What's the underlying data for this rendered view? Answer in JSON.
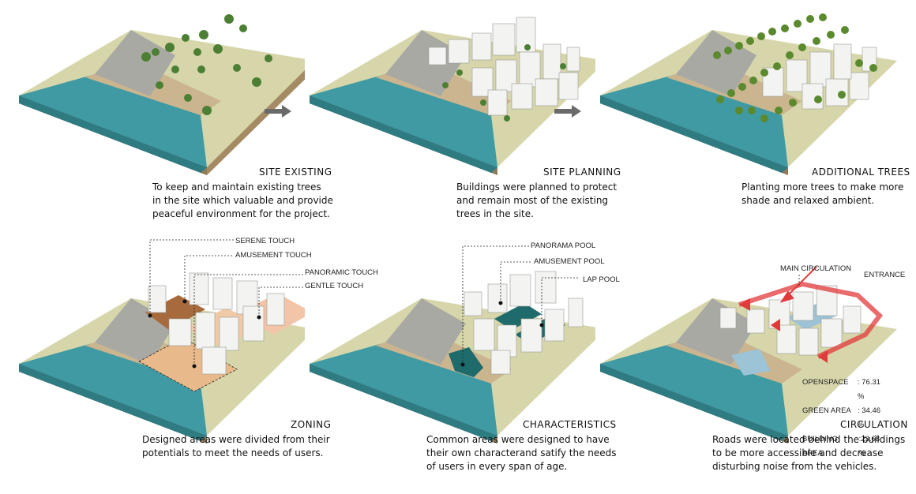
{
  "panels": [
    {
      "id": "site-existing",
      "title": "SITE EXISTING",
      "desc": [
        "To keep and maintain existing trees",
        "in the site which valuable and provide",
        "peaceful environment for the project."
      ]
    },
    {
      "id": "site-planning",
      "title": "SITE PLANNING",
      "desc": [
        "Buildings were planned to protect",
        "and remain most of the existing",
        "trees in the site."
      ]
    },
    {
      "id": "additional-trees",
      "title": "ADDITIONAL TREES",
      "desc": [
        "Planting more trees to make more",
        "shade and relaxed ambient."
      ]
    },
    {
      "id": "zoning",
      "title": "ZONING",
      "desc": [
        "Designed areas were divided from their",
        "potentials to meet the needs of users."
      ],
      "labels": [
        "SERENE TOUCH",
        "AMUSEMENT TOUCH",
        "PANORAMIC TOUCH",
        "GENTLE TOUCH"
      ]
    },
    {
      "id": "characteristics",
      "title": "CHARACTERISTICS",
      "desc": [
        "Common areas were designed to have",
        "their own characterand satify the needs",
        "of users in every span of age."
      ],
      "labels": [
        "PANORAMA POOL",
        "AMUSEMENT POOL",
        "LAP POOL"
      ]
    },
    {
      "id": "circulation",
      "title": "CIRCULATION",
      "desc": [
        "Roads were located behind the buildings",
        "to be more accessible and decrease",
        "disturbing noise from the vehicles."
      ],
      "labels": [
        "MAIN CIRCULATION",
        "ENTRANCE"
      ],
      "stats": [
        {
          "label": "OPENSPACE",
          "value": ": 76.31 %"
        },
        {
          "label": "GREEN AREA",
          "value": ": 34.46 %"
        },
        {
          "label": "BUILDING AREA",
          "value": ":23.68 %"
        }
      ]
    }
  ],
  "colors": {
    "sea": "#3f9aa3",
    "beach": "#cbb58f",
    "parking": "#a9a9a4",
    "land": "#d7d6ab",
    "tree": "#4c7f33",
    "building": "#f3f3f1",
    "pool": "#1f6b6b",
    "circulation": "#e23a3a"
  }
}
